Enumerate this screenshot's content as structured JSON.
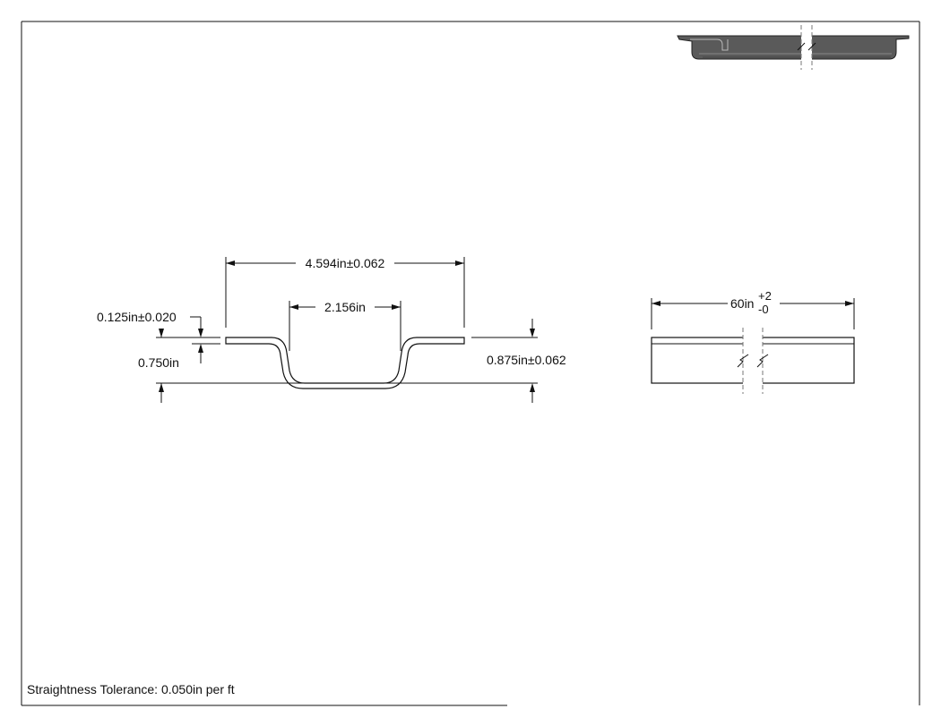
{
  "section_view": {
    "overall_width_label": "4.594in±0.062",
    "channel_width_label": "2.156in",
    "thickness_label": "0.125in±0.020",
    "depth_label": "0.750in",
    "overall_height_label": "0.875in±0.062"
  },
  "length_view": {
    "length_value": "60in",
    "tol_plus": "+2",
    "tol_minus": "-0"
  },
  "notes": {
    "straightness": "Straightness Tolerance: 0.050in per ft"
  }
}
